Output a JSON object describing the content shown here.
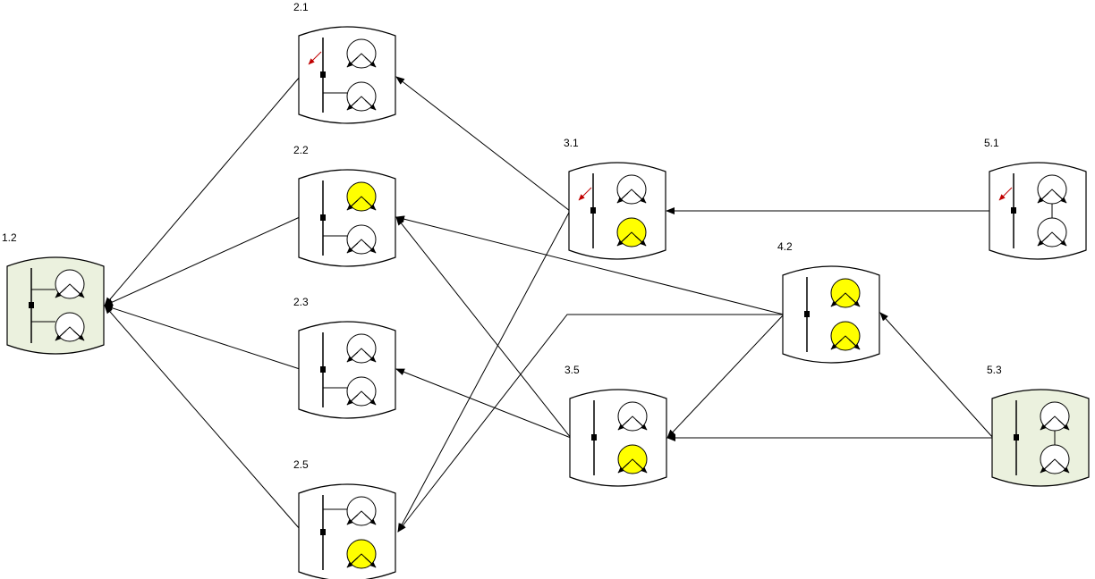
{
  "colors": {
    "lamp_on": "#ffff00",
    "lamp_off": "#ffffff",
    "node_default": "#ffffff",
    "node_green": "#ebf1de",
    "stroke": "#000000",
    "fault_arrow": "#c00000"
  },
  "nodes": [
    {
      "id": "n12",
      "label": "1.2",
      "fill": "green",
      "lamps": [
        "off",
        "off"
      ],
      "mid_shape": "tee",
      "fault": false
    },
    {
      "id": "n21",
      "label": "2.1",
      "fill": "default",
      "lamps": [
        "off",
        "off"
      ],
      "mid_shape": "top-open",
      "fault": true
    },
    {
      "id": "n22",
      "label": "2.2",
      "fill": "default",
      "lamps": [
        "on",
        "off"
      ],
      "mid_shape": "top-open",
      "fault": false
    },
    {
      "id": "n23",
      "label": "2.3",
      "fill": "default",
      "lamps": [
        "off",
        "off"
      ],
      "mid_shape": "top-open",
      "fault": false
    },
    {
      "id": "n25",
      "label": "2.5",
      "fill": "default",
      "lamps": [
        "off",
        "on"
      ],
      "mid_shape": "bottom-open",
      "fault": false
    },
    {
      "id": "n31",
      "label": "3.1",
      "fill": "default",
      "lamps": [
        "off",
        "on"
      ],
      "mid_shape": "none",
      "fault": true
    },
    {
      "id": "n35",
      "label": "3.5",
      "fill": "default",
      "lamps": [
        "off",
        "on"
      ],
      "mid_shape": "none",
      "fault": false
    },
    {
      "id": "n42",
      "label": "4.2",
      "fill": "default",
      "lamps": [
        "on",
        "on"
      ],
      "mid_shape": "none",
      "fault": false
    },
    {
      "id": "n51",
      "label": "5.1",
      "fill": "default",
      "lamps": [
        "off",
        "off"
      ],
      "mid_shape": "vertical",
      "fault": true
    },
    {
      "id": "n53",
      "label": "5.3",
      "fill": "green",
      "lamps": [
        "off",
        "off"
      ],
      "mid_shape": "vertical",
      "fault": false
    }
  ],
  "edges": [
    {
      "from": "n21",
      "to": "n12"
    },
    {
      "from": "n22",
      "to": "n12"
    },
    {
      "from": "n23",
      "to": "n12"
    },
    {
      "from": "n25",
      "to": "n12"
    },
    {
      "from": "n31",
      "to": "n21"
    },
    {
      "from": "n31",
      "to": "n25"
    },
    {
      "from": "n51",
      "to": "n31"
    },
    {
      "from": "n42",
      "to": "n22"
    },
    {
      "from": "n42",
      "to": "n25"
    },
    {
      "from": "n42",
      "to": "n35"
    },
    {
      "from": "n35",
      "to": "n22"
    },
    {
      "from": "n35",
      "to": "n23"
    },
    {
      "from": "n53",
      "to": "n42"
    },
    {
      "from": "n53",
      "to": "n35"
    }
  ]
}
